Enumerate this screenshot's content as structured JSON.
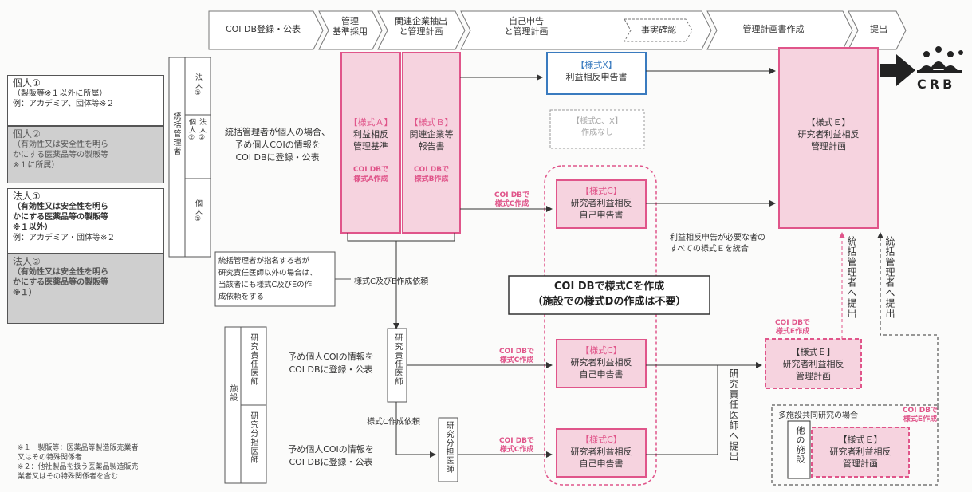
{
  "stages": [
    "COI DB登録・公表",
    "管理\n基準採用",
    "関連企業抽出\nと管理計画",
    "自己申告\nと管理計画",
    "事実確認",
    "管理計画書作成",
    "提出"
  ],
  "legend": [
    {
      "title": "個人①",
      "line1": "（製販等※１以外に所属）",
      "line2": "例：アカデミア、団体等※２"
    },
    {
      "title": "個人②",
      "line1": "（有効性又は安全性を明ら",
      "line2": "かにする医薬品等の製販等",
      "line3": "※１に所属）"
    },
    {
      "title": "法人①",
      "line1": "（有効性又は安全性を明ら",
      "line2": "かにする医薬品等の製販等",
      "line3": "※１以外）",
      "line4": "例：アカデミア・団体等※２"
    },
    {
      "title": "法人②",
      "line1": "（有効性又は安全性を明ら",
      "line2": "かにする医薬品等の製販等",
      "line3": "※１）"
    }
  ],
  "footnotes": [
    "※１　製販等：医薬品等製造販売業者",
    "又はその特殊関係者",
    "※２：他社製品を扱う医薬品製造販売",
    "業者又はその特殊関係者を含む"
  ],
  "lanes": {
    "tokatsu": "統括管理者",
    "hojin1": "法人①",
    "kojin2_hojin2": "法人②\n個人②",
    "kojin1": "個人①",
    "shisetsu": "施設",
    "sekinin": "研究責任医師",
    "buntan": "研究分担医師"
  },
  "texts": {
    "tokatsu_individual": [
      "統括管理者が個人の場合、",
      "予め個人COIの情報を",
      "COI DBに登録・公表"
    ],
    "form_a": {
      "head": "【様式Ａ】",
      "l1": "利益相反",
      "l2": "管理基準",
      "db1": "COI DBで",
      "db2": "様式A作成"
    },
    "form_b": {
      "head": "【様式Ｂ】",
      "l1": "関連企業等",
      "l2": "報告書",
      "db1": "COI DBで",
      "db2": "様式B作成"
    },
    "form_x": {
      "head": "【様式X】",
      "l1": "利益相反申告書"
    },
    "form_cx": {
      "l1": "【様式C、X】",
      "l2": "作成なし"
    },
    "form_c": {
      "head": "【様式C】",
      "l1": "研究者利益相反",
      "l2": "自己申告書"
    },
    "form_e": {
      "head": "【様式Ｅ】",
      "l1": "研究者利益相反",
      "l2": "管理計画"
    },
    "coidb_c": [
      "COI DBで",
      "様式C作成"
    ],
    "coidb_e": [
      "COI DBで",
      "様式E作成"
    ],
    "designee": [
      "統括管理者が指名する者が",
      "研究責任医師以外の場合は、",
      "当該者にも様式C及びEの作",
      "成依頼をする"
    ],
    "request_ce": "様式C及びE作成依頼",
    "request_c": "様式C作成依頼",
    "callout": [
      "COI DBで様式Cを作成",
      "（施設での様式Dの作成は不要）"
    ],
    "integrate": [
      "利益相反申告が必要な者の",
      "すべての様式Ｅを統合"
    ],
    "pre_register": [
      "予め個人COIの情報を",
      "COI DBに登録・公表"
    ],
    "to_tokatsu": "統括管理者へ提出",
    "to_tokatsu2": "統括管理者へ提出",
    "to_sekinin": "研究責任医師へ提出",
    "multi_site": "多施設共同研究の場合",
    "other_site": "他の施設",
    "crb": "CRB"
  }
}
